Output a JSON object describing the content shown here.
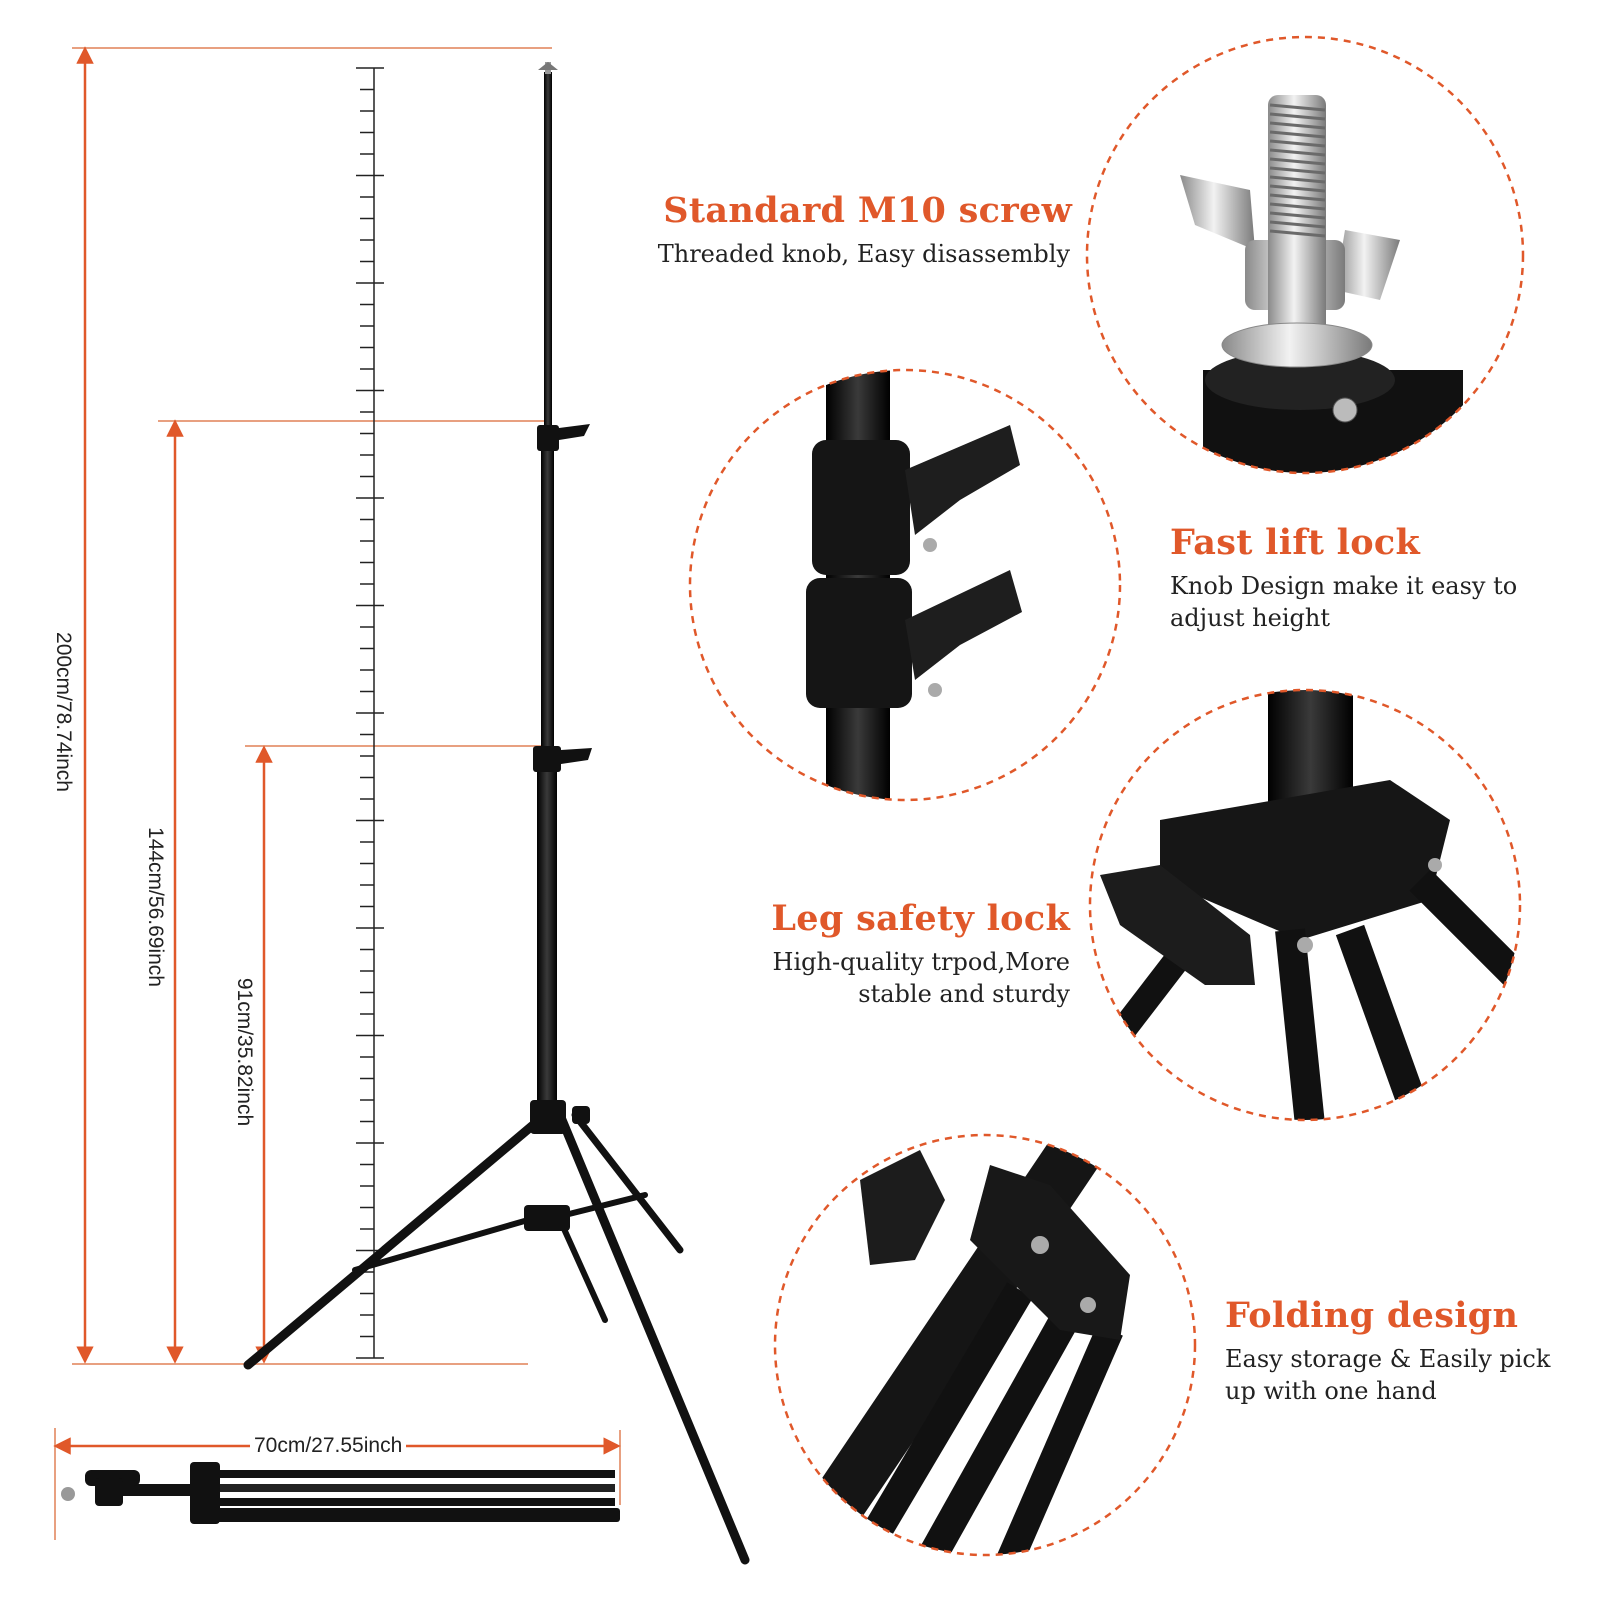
{
  "colors": {
    "accent": "#e0582a",
    "guide": "#e8a080",
    "metal": "#111111"
  },
  "dimensions": {
    "full_height": "200cm/78.74inch",
    "mid_height": "144cm/56.69inch",
    "min_height": "91cm/35.82inch",
    "folded_length": "70cm/27.55inch"
  },
  "features": [
    {
      "title": "Standard M10 screw",
      "desc": "Threaded knob, Easy disassembly",
      "icon": "screw-icon"
    },
    {
      "title": "Fast lift lock",
      "desc": "Knob Design make it easy to adjust height",
      "icon": "lift-lock-icon"
    },
    {
      "title": "Leg safety lock",
      "desc": "High-quality trpod,More stable and sturdy",
      "icon": "leg-lock-icon"
    },
    {
      "title": "Folding design",
      "desc": "Easy storage & Easily pick up with one hand",
      "icon": "folding-icon"
    }
  ]
}
